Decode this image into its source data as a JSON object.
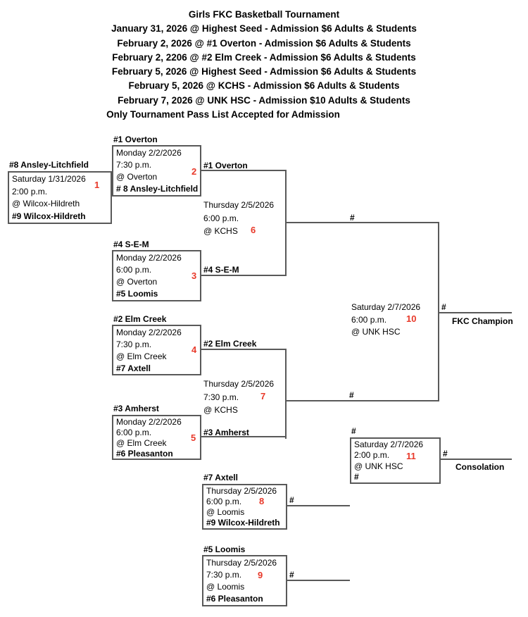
{
  "header": {
    "title": "Girls FKC Basketball Tournament",
    "lines": [
      "January 31, 2026 @ Highest Seed - Admission $6 Adults & Students",
      "February 2, 2026 @ #1 Overton  - Admission $6 Adults & Students",
      "February 2, 2206 @ #2 Elm Creek - Admission $6 Adults & Students",
      "February 5, 2026 @ Highest Seed - Admission $6 Adults & Students",
      "February 5, 2026 @ KCHS - Admission $6 Adults & Students",
      "February 7, 2026 @ UNK HSC - Admission $10 Adults & Students"
    ],
    "note": "Only Tournament Pass List Accepted for Admission"
  },
  "colors": {
    "line": "#595959",
    "game_number": "#e8392a",
    "text": "#000000"
  },
  "games": {
    "g1": {
      "num": "1",
      "team_top": "#8 Ansley-Litchfield",
      "date": "Saturday 1/31/2026",
      "time": "2:00 p.m.",
      "venue": "@ Wilcox-Hildreth",
      "team_bottom": "#9 Wilcox-Hildreth"
    },
    "g2": {
      "num": "2",
      "team_top": "#1 Overton",
      "date": "Monday 2/2/2026",
      "time": "7:30 p.m.",
      "venue": "@ Overton",
      "team_bottom": "# 8 Ansley-Litchfield",
      "winner": "#1 Overton"
    },
    "g3": {
      "num": "3",
      "team_top": "#4 S-E-M",
      "date": "Monday 2/2/2026",
      "time": "6:00 p.m.",
      "venue": "@ Overton",
      "team_bottom": "#5 Loomis",
      "winner": "#4 S-E-M"
    },
    "g4": {
      "num": "4",
      "team_top": "#2 Elm Creek",
      "date": "Monday 2/2/2026",
      "time": "7:30 p.m.",
      "venue": "@ Elm Creek",
      "team_bottom": "#7 Axtell",
      "winner": "#2 Elm Creek"
    },
    "g5": {
      "num": "5",
      "team_top": "#3 Amherst",
      "date": "Monday 2/2/2026",
      "time": "6:00 p.m.",
      "venue": "@ Elm Creek",
      "team_bottom": "#6 Pleasanton",
      "winner": "#3 Amherst"
    },
    "g6": {
      "num": "6",
      "date": "Thursday 2/5/2026",
      "time": "6:00 p.m.",
      "venue": "@ KCHS",
      "winner": "#"
    },
    "g7": {
      "num": "7",
      "date": "Thursday 2/5/2026",
      "time": "7:30 p.m.",
      "venue": "@ KCHS",
      "winner": "#"
    },
    "g8": {
      "num": "8",
      "team_top": "#7 Axtell",
      "date": "Thursday 2/5/2026",
      "time": "6:00 p.m.",
      "venue": "@ Loomis",
      "team_bottom": "#9 Wilcox-Hildreth",
      "winner": "#"
    },
    "g9": {
      "num": "9",
      "team_top": "#5 Loomis",
      "date": "Thursday 2/5/2026",
      "time": "7:30 p.m.",
      "venue": "@ Loomis",
      "team_bottom": "#6 Pleasanton",
      "winner": "#"
    },
    "g10": {
      "num": "10",
      "date": "Saturday 2/7/2026",
      "time": "6:00 p.m.",
      "venue": "@ UNK HSC",
      "winner": "#",
      "winner_label": "FKC Champion"
    },
    "g11": {
      "num": "11",
      "team_top": "#",
      "date": "Saturday 2/7/2026",
      "time": "2:00 p.m.",
      "venue": "@ UNK HSC",
      "team_bottom": "#",
      "winner": "#",
      "winner_label": "Consolation"
    }
  }
}
